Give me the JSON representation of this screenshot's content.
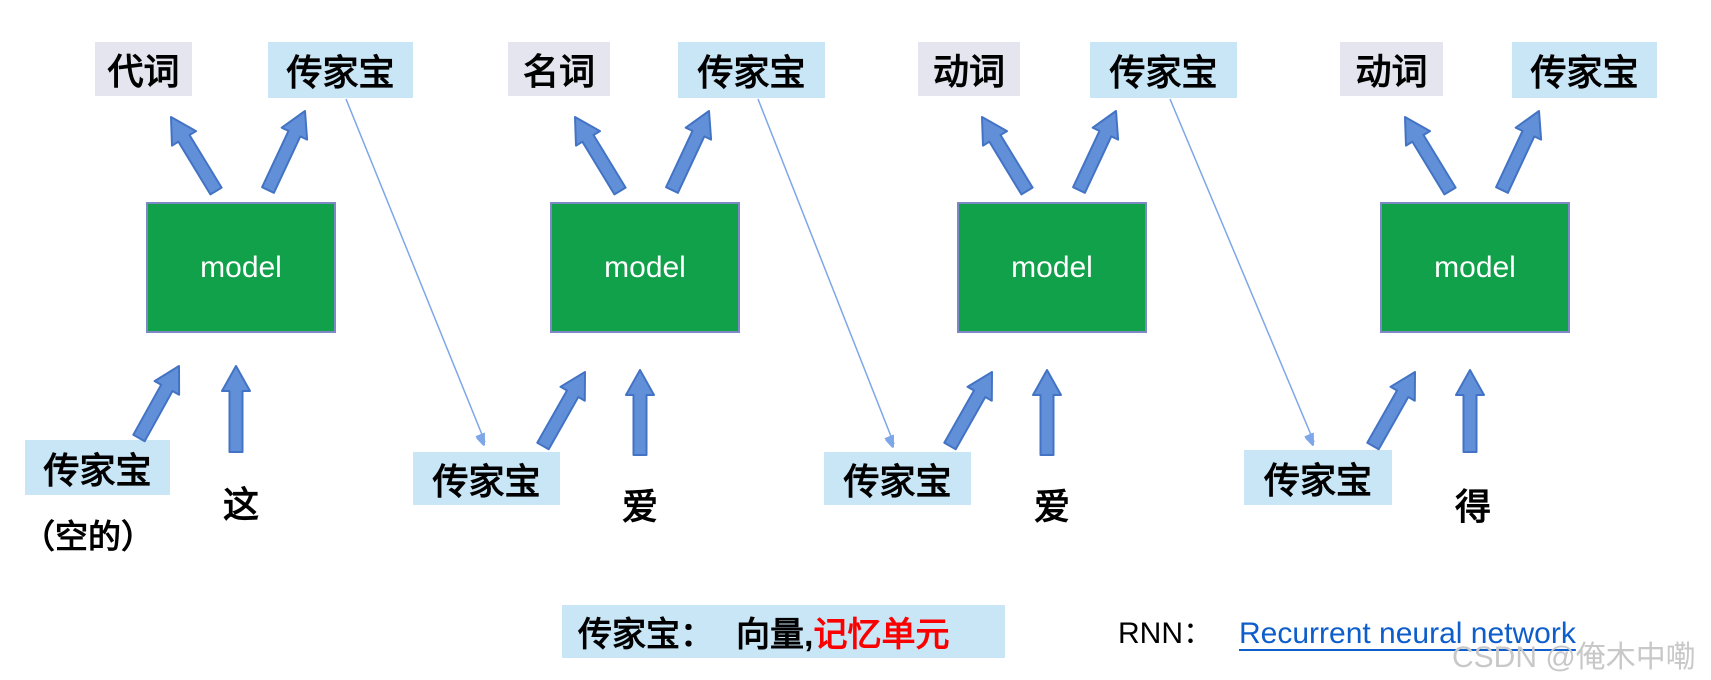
{
  "title": "RNN unrolled diagram (Chinese teaching slide)",
  "colors": {
    "model_fill": "#12a14b",
    "model_border": "#7e88c4",
    "state_box_bg": "#c9e6f6",
    "pos_box_bg": "#e5e5ef",
    "arrow_fill": "#6290d8",
    "arrow_stroke": "#4373c4",
    "connector": "#7da7e8",
    "highlight_red": "#fa0000",
    "link_blue": "#0d5ecb",
    "watermark_gray": "#c8c8c8"
  },
  "groups": [
    {
      "output_label": "代词",
      "output_state_label": "传家宝",
      "model_label": "model",
      "input_state_label": "传家宝",
      "input_state_note": "（空的）",
      "input_word": "这"
    },
    {
      "output_label": "名词",
      "output_state_label": "传家宝",
      "model_label": "model",
      "input_state_label": "传家宝",
      "input_word": "爱"
    },
    {
      "output_label": "动词",
      "output_state_label": "传家宝",
      "model_label": "model",
      "input_state_label": "传家宝",
      "input_word": "爱"
    },
    {
      "output_label": "动词",
      "output_state_label": "传家宝",
      "model_label": "model",
      "input_state_label": "传家宝",
      "input_word": "得"
    }
  ],
  "legend": {
    "term": "传家宝：",
    "value": "向量,",
    "highlight": "记忆单元"
  },
  "rnn": {
    "abbr": "RNN：",
    "link_text": "Recurrent neural network"
  },
  "watermark": {
    "text": "CSDN @俺木中嘞"
  }
}
